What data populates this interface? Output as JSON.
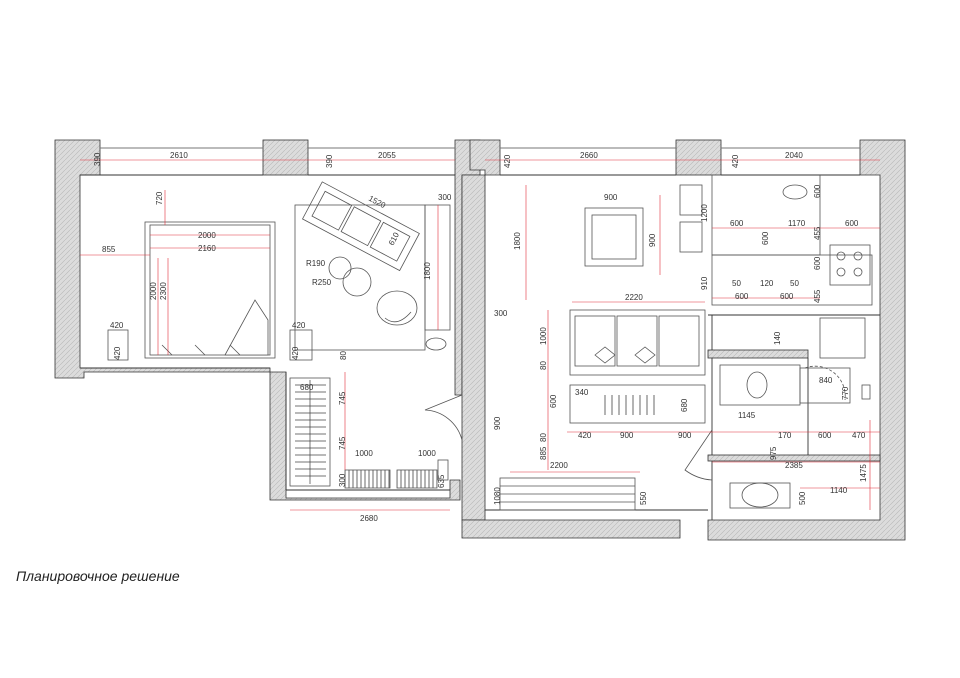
{
  "caption": "Планировочное решение",
  "colors": {
    "wall": "#d6d6d6",
    "line": "#333333",
    "dimension": "#e0303a",
    "furniture": "#555555"
  },
  "dimensions": {
    "d390a": "390",
    "d2610": "2610",
    "d390b": "390",
    "d2055": "2055",
    "d300a": "300",
    "d420a": "420",
    "d2660": "2660",
    "d420b": "420",
    "d2040": "2040",
    "d720": "720",
    "d1520": "1520",
    "d610": "610",
    "d2000a": "2000",
    "d855": "855",
    "d2160": "2160",
    "d2000b": "2000",
    "d2300": "2300",
    "r190": "R190",
    "r250": "R250",
    "d1800a": "1800",
    "d420c": "420",
    "d420d": "420",
    "d420e": "420",
    "d420f": "420",
    "d80a": "80",
    "d680a": "680",
    "d745a": "745",
    "d745b": "745",
    "d1000a": "1000",
    "d1000b": "1000",
    "d300b": "300",
    "d635": "635",
    "d2680": "2680",
    "d900a": "900",
    "d900b": "900",
    "d1200": "1200",
    "d1800b": "1800",
    "d300c": "300",
    "d910": "910",
    "d2220": "2220",
    "d1000c": "1000",
    "d80b": "80",
    "d600a": "600",
    "d340": "340",
    "d680b": "680",
    "d80c": "80",
    "d420g": "420",
    "d900c": "900",
    "d900d": "900",
    "d900e": "900",
    "d885": "885",
    "d2200": "2200",
    "d1080": "1080",
    "d550": "550",
    "d600b": "600",
    "d600c": "600",
    "d1170": "1170",
    "d600d": "600",
    "d600e": "600",
    "d455a": "455",
    "d600f": "600",
    "d50a": "50",
    "d120": "120",
    "d50b": "50",
    "d600g": "600",
    "d600h": "600",
    "d455b": "455",
    "d140": "140",
    "d840": "840",
    "d770": "770",
    "d1145": "1145",
    "d170": "170",
    "d600i": "600",
    "d470": "470",
    "d975": "975",
    "d2385": "2385",
    "d1475": "1475",
    "d1140": "1140",
    "d500": "500"
  }
}
